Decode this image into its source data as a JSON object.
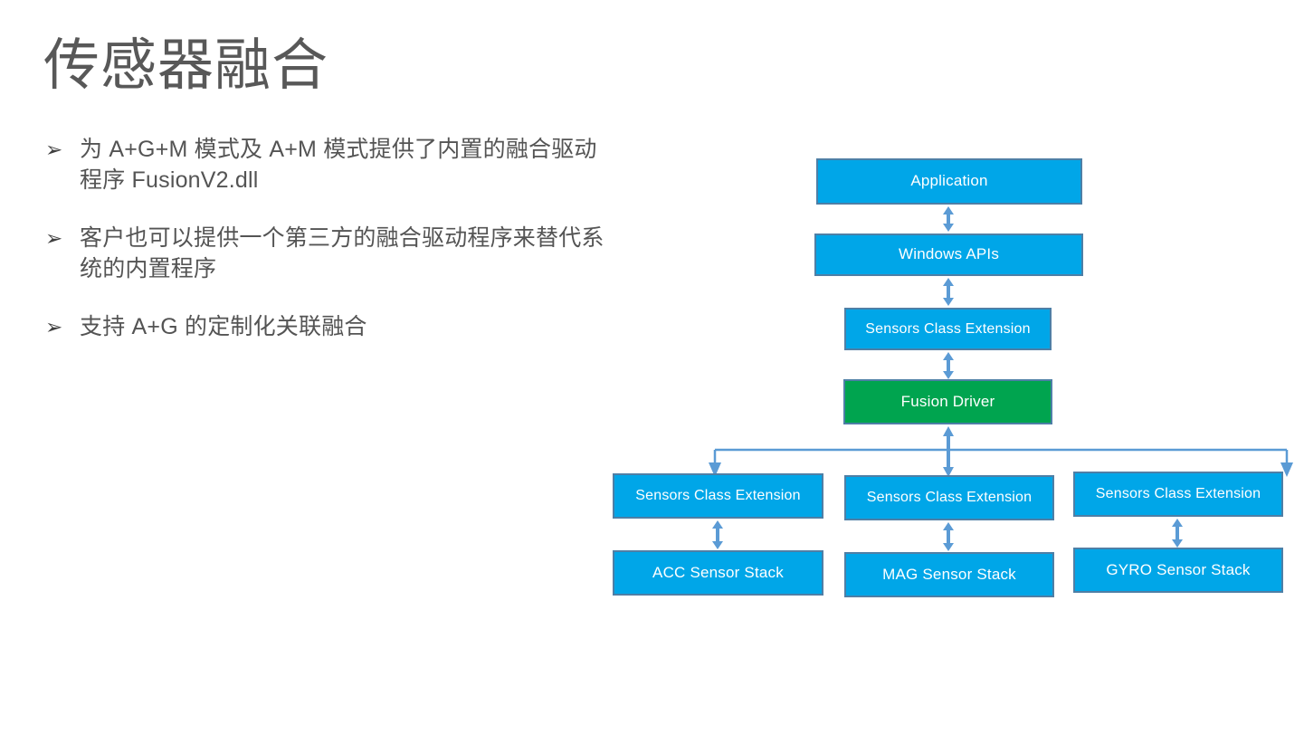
{
  "slide": {
    "title": "传感器融合",
    "bullet_marker": "➢",
    "bullets": [
      "为 A+G+M 模式及 A+M 模式提供了内置的融合驱动程序 FusionV2.dll",
      "客户也可以提供一个第三方的融合驱动程序来替代系统的内置程序",
      "支持 A+G 的定制化关联融合"
    ]
  },
  "diagram": {
    "nodes": {
      "application": "Application",
      "windows_apis": "Windows APIs",
      "sensors_class_extension_top": "Sensors Class Extension",
      "fusion_driver": "Fusion Driver",
      "sensors_class_extension_acc": "Sensors Class Extension",
      "sensors_class_extension_mag": "Sensors Class Extension",
      "sensors_class_extension_gyro": "Sensors Class Extension",
      "acc_sensor_stack": "ACC Sensor Stack",
      "mag_sensor_stack": "MAG Sensor Stack",
      "gyro_sensor_stack": "GYRO Sensor Stack"
    }
  },
  "colors": {
    "box_blue": "#00a6e8",
    "box_green": "#00a44f",
    "box_border": "#4e7fa6",
    "arrow_blue": "#5b9bd5",
    "title_gray": "#585858",
    "body_gray": "#545454",
    "background": "#ffffff"
  }
}
